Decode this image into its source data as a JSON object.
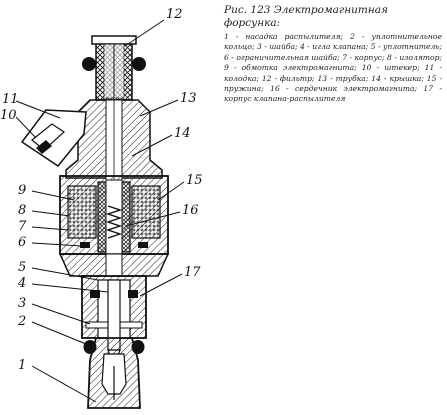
{
  "caption": {
    "title": "Рис. 123 Электромагнитная форсунка:",
    "body": "1 - насадка распылителя; 2 - уплотнительное кольцо; 3 - шайба; 4 - игла клапана; 5 - уплотнитель; 6 - ограничительная шайба; 7 - корпус; 8 - изолятор; 9 - обмотка электромагнита; 10 - штекер; 11 - колодка; 12 - фильтр; 13 - трубка; 14 - крышка; 15 - пружина; 16 - сердечник электромагнита; 17 - корпус клапана-распылителя"
  },
  "callouts": {
    "n1": "1",
    "n2": "2",
    "n3": "3",
    "n4": "4",
    "n5": "5",
    "n6": "6",
    "n7": "7",
    "n8": "8",
    "n9": "9",
    "n10": "10",
    "n11": "11",
    "n12": "12",
    "n13": "13",
    "n14": "14",
    "n15": "15",
    "n16": "16",
    "n17": "17"
  }
}
